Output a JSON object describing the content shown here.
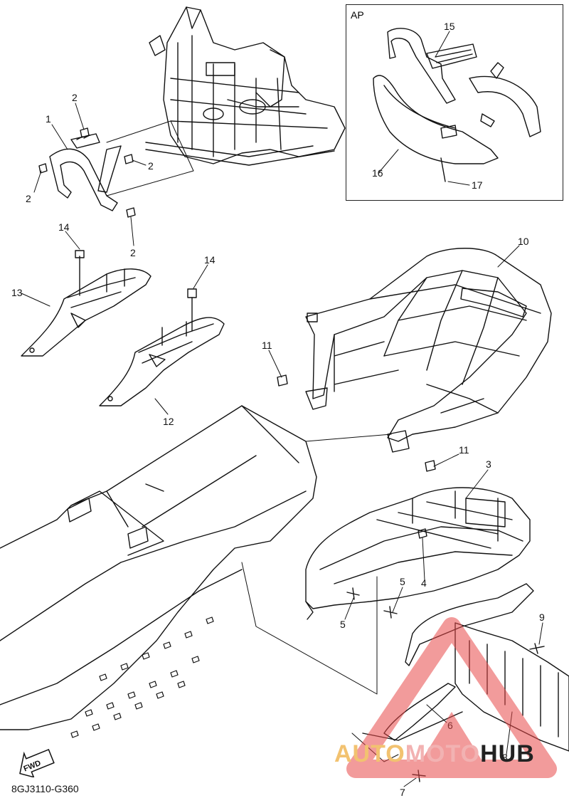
{
  "inset": {
    "label": "AP"
  },
  "callouts": [
    "1",
    "2",
    "2",
    "2",
    "2",
    "3",
    "4",
    "5",
    "5",
    "6",
    "7",
    "8",
    "9",
    "10",
    "11",
    "11",
    "12",
    "13",
    "14",
    "14",
    "15",
    "16",
    "17"
  ],
  "footer": {
    "code": "8GJ3110-G360"
  },
  "fwd": {
    "label": "FWD"
  },
  "watermark": {
    "part1": "AUTO",
    "part2": "MOTO",
    "part3": "HUB"
  },
  "colors": {
    "line": "#111111",
    "watermark_red": "#e84a4a",
    "watermark_orange": "#f2b04a"
  }
}
